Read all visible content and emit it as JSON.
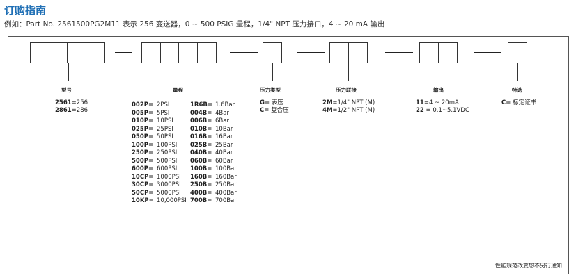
{
  "title": "订购指南",
  "example": "例如：Part No. 2561500PG2M11 表示 256 变送器，0 ~ 500 PSIG 量程，1/4\" NPT 压力接口，4 ~ 20 mA 输出",
  "sections": {
    "model": {
      "heading": "型号",
      "lines": [
        {
          "code": "2561",
          "desc": "=256"
        },
        {
          "code": "2861",
          "desc": "=286"
        }
      ]
    },
    "range": {
      "heading": "量程",
      "rows": [
        {
          "c1": "002P=",
          "c2": "2PSI",
          "c3": "1R6B=",
          "c4": "1.6Bar"
        },
        {
          "c1": "005P=",
          "c2": "5PSI",
          "c3": "004B=",
          "c4": "4Bar"
        },
        {
          "c1": "010P=",
          "c2": "10PSI",
          "c3": "006B=",
          "c4": "6Bar"
        },
        {
          "c1": "025P=",
          "c2": "25PSI",
          "c3": "010B=",
          "c4": "10Bar"
        },
        {
          "c1": "050P=",
          "c2": "50PSI",
          "c3": "016B=",
          "c4": "16Bar"
        },
        {
          "c1": "100P=",
          "c2": "100PSI",
          "c3": "025B=",
          "c4": "25Bar"
        },
        {
          "c1": "250P=",
          "c2": "250PSI",
          "c3": "040B=",
          "c4": "40Bar"
        },
        {
          "c1": "500P=",
          "c2": "500PSI",
          "c3": "060B=",
          "c4": "60Bar"
        },
        {
          "c1": "600P=",
          "c2": "600PSI",
          "c3": "100B=",
          "c4": "100Bar"
        },
        {
          "c1": "10CP=",
          "c2": "1000PSI",
          "c3": "160B=",
          "c4": "160Bar"
        },
        {
          "c1": "30CP=",
          "c2": "3000PSI",
          "c3": "250B=",
          "c4": "250Bar"
        },
        {
          "c1": "50CP=",
          "c2": "5000PSI",
          "c3": "400B=",
          "c4": "400Bar"
        },
        {
          "c1": "10KP=",
          "c2": "10,000PSI",
          "c3": "700B=",
          "c4": "700Bar"
        }
      ]
    },
    "pressure_type": {
      "heading": "压力类型",
      "lines": [
        {
          "code": "G=",
          "desc": " 表压"
        },
        {
          "code": "C=",
          "desc": " 复合压"
        }
      ]
    },
    "connection": {
      "heading": "压力联接",
      "lines": [
        {
          "code": "2M",
          "desc": "=1/4\" NPT (M)"
        },
        {
          "code": "4M",
          "desc": "=1/2\" NPT (M)"
        }
      ]
    },
    "output": {
      "heading": "输出",
      "lines": [
        {
          "code": "11",
          "desc": "=4 ~ 20mA"
        },
        {
          "code": "22",
          "desc": " = 0.1~5.1VDC"
        }
      ]
    },
    "options": {
      "heading": "特选",
      "lines": [
        {
          "code": "C=",
          "desc": " 标定证书"
        }
      ]
    }
  },
  "footnote": "性能规范改变恕不另行通知"
}
